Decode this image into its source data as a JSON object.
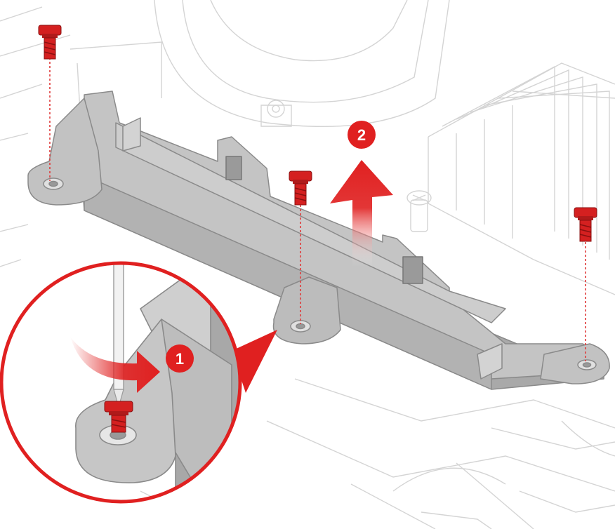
{
  "figure": {
    "type": "assembly-instruction-illustration",
    "accent_color": "#e02020",
    "part_color": "#bdbdbd",
    "line_color": "#cfcfcf",
    "steps": [
      {
        "number": "1",
        "action": "rotate-screwdriver-counterclockwise"
      },
      {
        "number": "2",
        "action": "lift-bracket-up"
      }
    ],
    "screw_count": 4,
    "icons": [
      "screw-icon",
      "screwdriver-icon",
      "curved-arrow-icon",
      "lift-arrow-icon",
      "magnifier-callout"
    ]
  }
}
